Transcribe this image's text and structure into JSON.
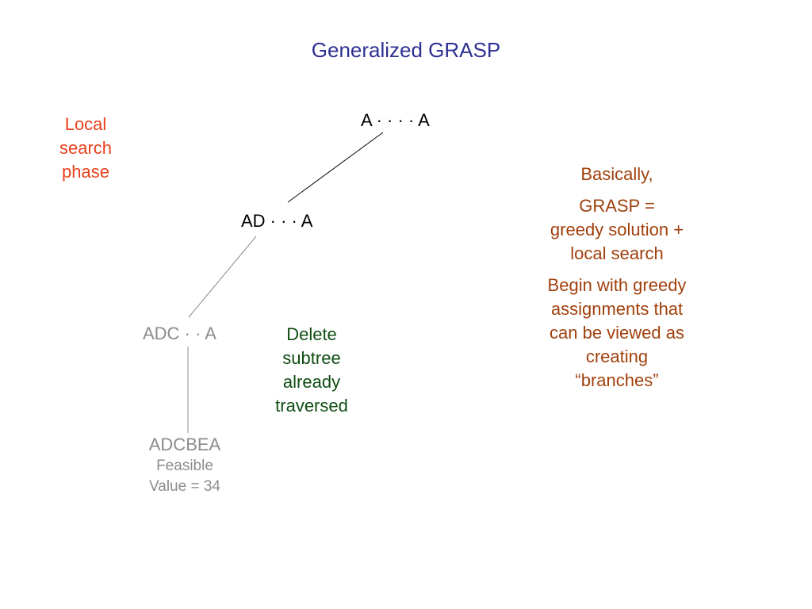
{
  "slide": {
    "title": "Generalized GRASP"
  },
  "tree": {
    "root": "A · · · · A",
    "level1": "AD · · · A",
    "level2": "ADC · · A",
    "leaf": "ADCBEA",
    "leaf_status": "Feasible",
    "leaf_value": "Value = 34"
  },
  "annotations": {
    "local_search": [
      "Local",
      "search",
      "phase"
    ],
    "delete_subtree": [
      "Delete",
      "subtree",
      "already",
      "traversed"
    ],
    "basically": "Basically,",
    "grasp_definition": [
      "GRASP =",
      "greedy solution +",
      "local search"
    ],
    "begin_with": [
      "Begin with greedy",
      "assignments that",
      "can be viewed as",
      "creating",
      "“branches”"
    ]
  },
  "colors": {
    "title": "#2e3192",
    "local_search": "#e8401c",
    "delete_subtree": "#0f4d12",
    "explanation": "#a0400d",
    "inactive_nodes": "#8c8c8c"
  }
}
